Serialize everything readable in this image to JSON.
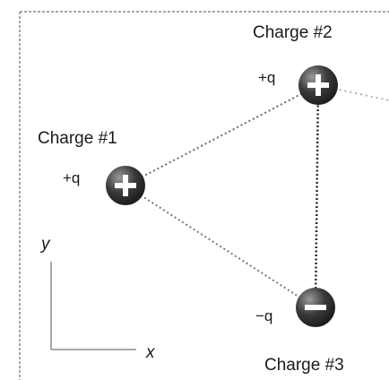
{
  "charges": [
    {
      "id": "charge-1",
      "title": "Charge #1",
      "quantity": "+q",
      "sign": "positive"
    },
    {
      "id": "charge-2",
      "title": "Charge #2",
      "quantity": "+q",
      "sign": "positive"
    },
    {
      "id": "charge-3",
      "title": "Charge #3",
      "quantity": "−q",
      "sign": "negative"
    }
  ],
  "axes": {
    "x_label": "x",
    "y_label": "y"
  },
  "colors": {
    "charge_fill_dark": "#2b2b2b",
    "charge_fill_light": "#8a8a8a",
    "line": "#666666",
    "frame": "#8c8c8c",
    "text": "#1a1a1a"
  }
}
